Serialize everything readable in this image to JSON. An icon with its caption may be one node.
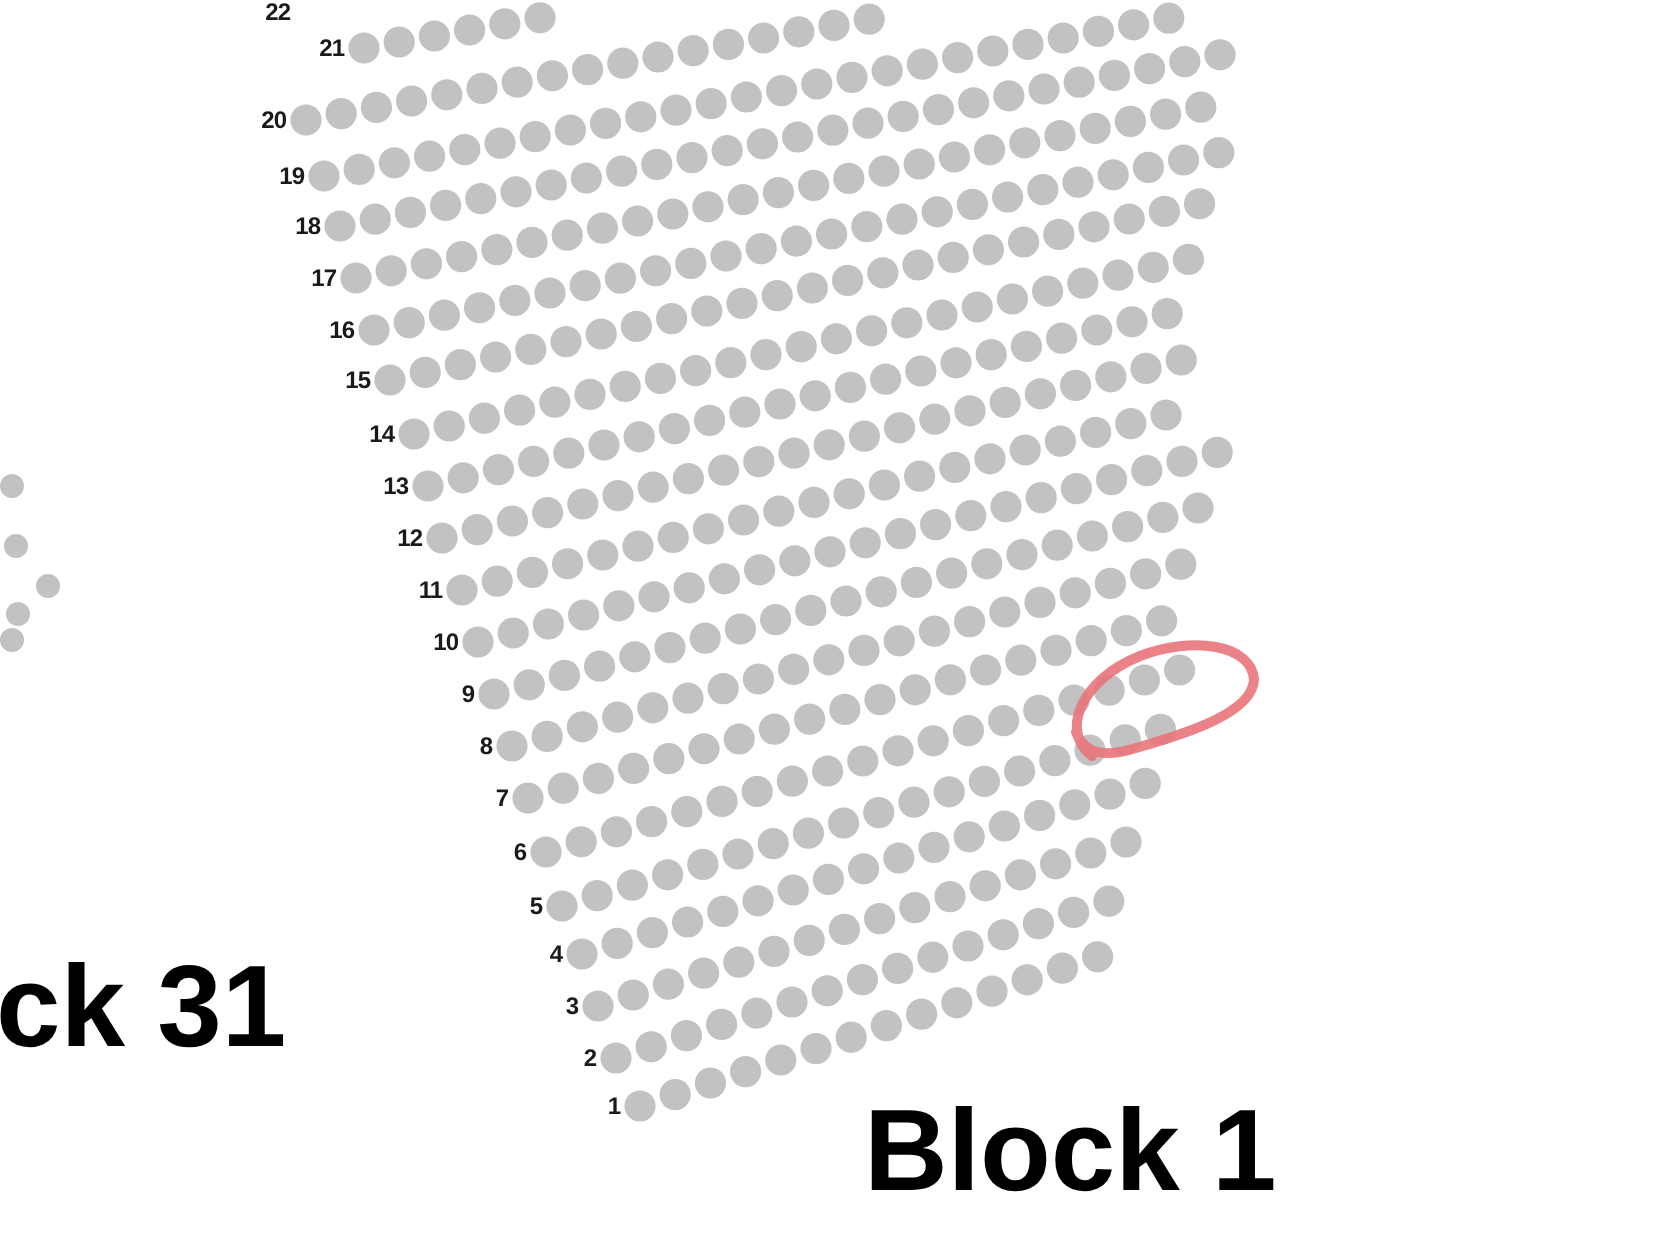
{
  "diagram": {
    "labels": [
      "22",
      "21",
      "20",
      "19",
      "18",
      "17",
      "16",
      "15",
      "14",
      "13",
      "12",
      "11",
      "10",
      "9",
      "8",
      "7",
      "6",
      "5",
      "4",
      "3",
      "2",
      "1",
      "ck 31",
      "Block 1"
    ]
  }
}
